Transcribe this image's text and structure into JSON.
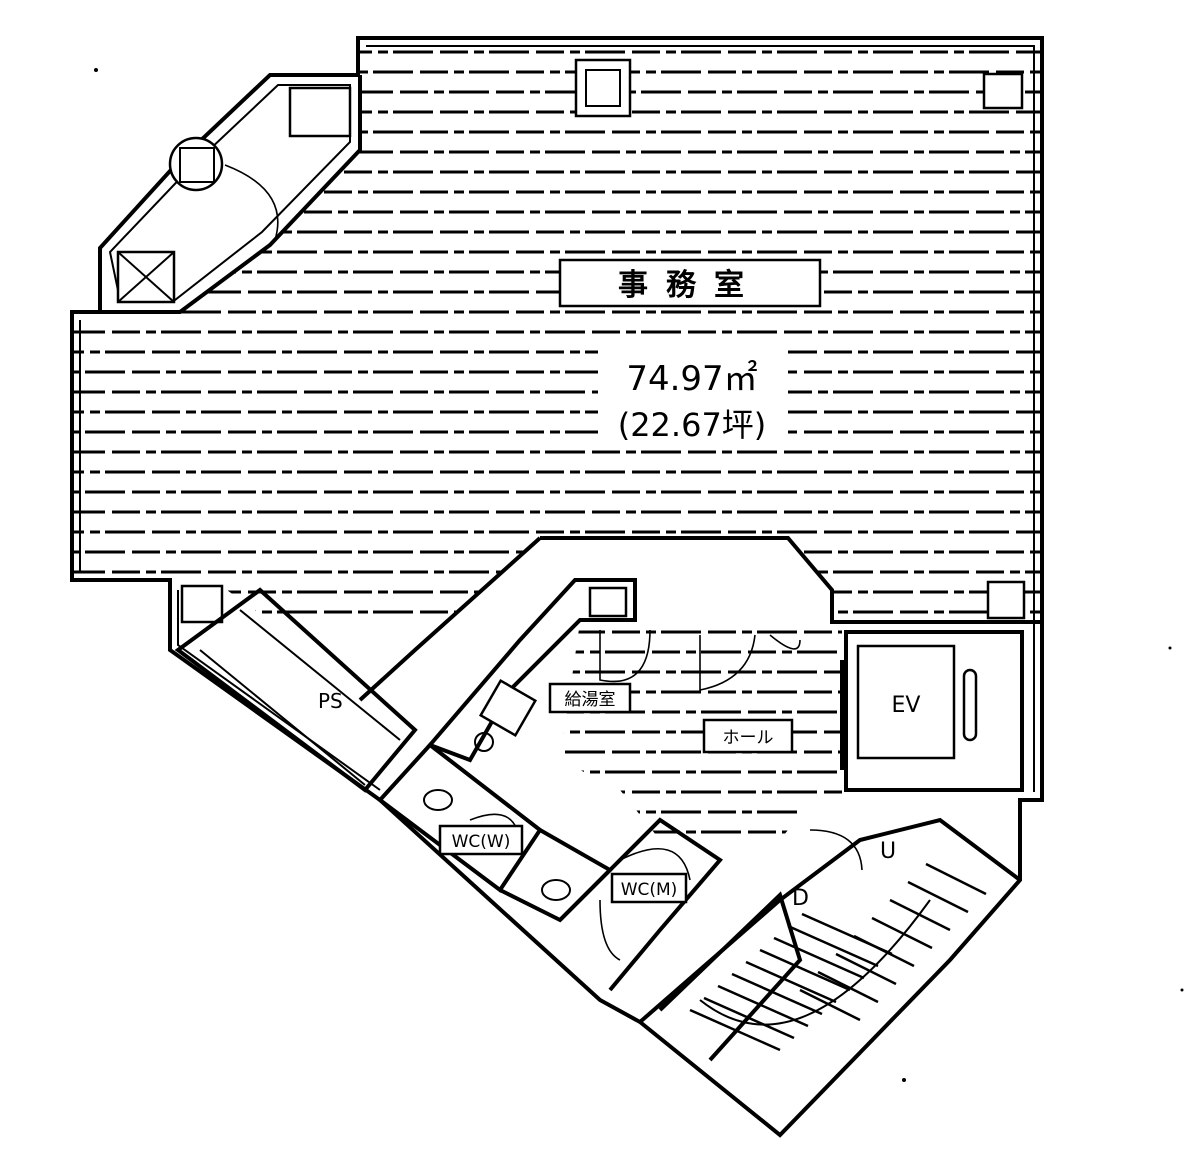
{
  "rooms": {
    "office_name": "事務室",
    "area_m2": "74.97㎡",
    "area_tsubo": "(22.67坪)",
    "ps": "PS",
    "kitchen": "給湯室",
    "hall": "ホール",
    "ev": "EV",
    "wc_women": "WC(W)",
    "wc_men": "WC(M)",
    "up": "U",
    "down": "D"
  }
}
